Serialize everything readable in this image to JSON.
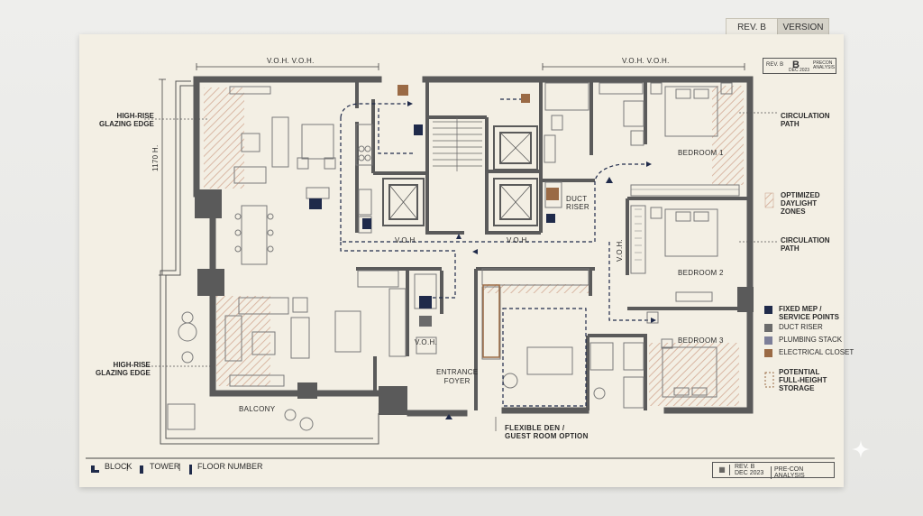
{
  "tabs": {
    "rev": "REV. B",
    "version": "VERSION"
  },
  "title_block_top": {
    "rev": "REV. B",
    "big_letter": "B",
    "date": "DEC 2023",
    "analysis": "PRECON ANALYSIS"
  },
  "dims": {
    "top_left": "V.O.H. V.O.H.",
    "top_right": "V.O.H. V.O.H.",
    "side": "1170 H."
  },
  "rooms": {
    "voh_1": "V.O.H.",
    "voh_2": "V.O.H.",
    "voh_3": "V.O.H.",
    "voh_side": "V.O.H.",
    "duct_riser": "DUCT\nRISER",
    "bedroom1": "BEDROOM 1",
    "bedroom2": "BEDROOM 2",
    "bedroom3": "BEDROOM 3",
    "balcony": "BALCONY",
    "entrance": "ENTRANCE\nFOYER",
    "den": "FLEXIBLE DEN /\nGUEST ROOM OPTION"
  },
  "callouts": {
    "left_top": "HIGH-RISE\nGLAZING EDGE",
    "left_bottom": "HIGH-RISE\nGLAZING EDGE",
    "right_circ1": "CIRCULATION\nPATH",
    "right_daylight": "OPTIMIZED\nDAYLIGHT\nZONES",
    "right_circ2": "CIRCULATION\nPATH"
  },
  "legend": [
    {
      "label": "FIXED MEP /\nSERVICE POINTS",
      "color": "#1f2a4a"
    },
    {
      "label": "DUCT RISER",
      "color": "#6b6b6b"
    },
    {
      "label": "PLUMBING STACK",
      "color": "#7d7f99"
    },
    {
      "label": "ELECTRICAL CLOSET",
      "color": "#9a6a45"
    },
    {
      "label": "POTENTIAL\nFULL-HEIGHT\nSTORAGE",
      "color": "#9a6a45"
    }
  ],
  "footer": {
    "block": "BLOCK",
    "tower": "TOWER",
    "floor": "FLOOR NUMBER"
  },
  "title_block_bottom": {
    "rev": "REV. B",
    "date": "DEC 2023",
    "label": "PRE-CON ANALYSIS"
  },
  "colors": {
    "wall": "#5a5a5a",
    "navy": "#1f2a4a",
    "brown": "#9a6a45",
    "hatch": "#d9b7a3",
    "paper": "#f3efe4"
  }
}
